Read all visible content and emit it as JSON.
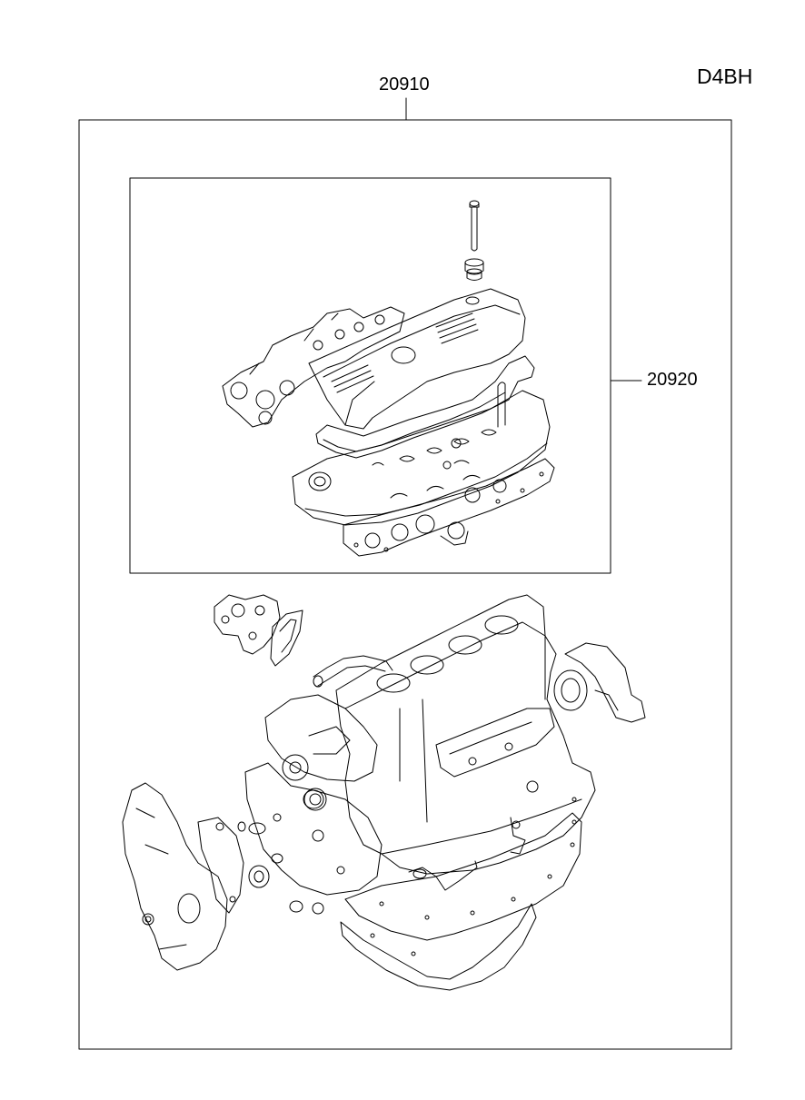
{
  "engine_code": "D4BH",
  "callouts": {
    "overall_gasket_kit": "20910",
    "cylinder_head_gasket_kit": "20920"
  },
  "icons": {
    "upper_assembly": "cylinder-head-assembly-drawing-icon",
    "lower_assembly": "engine-block-assembly-drawing-icon"
  },
  "colors": {
    "line": "#000000",
    "background": "#ffffff"
  }
}
